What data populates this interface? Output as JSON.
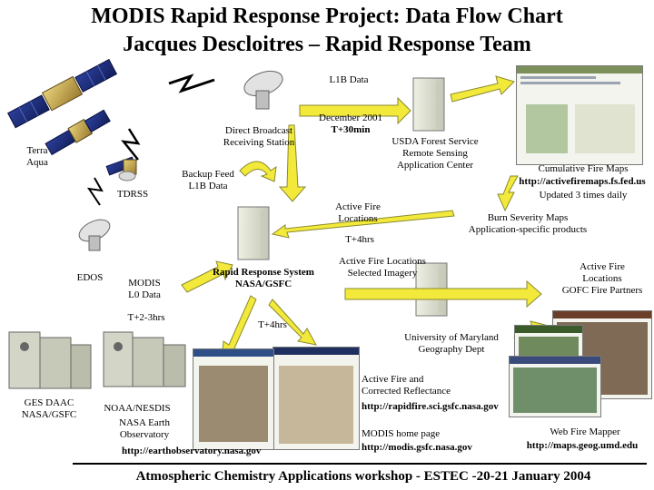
{
  "header": {
    "title": "MODIS Rapid Response Project: Data Flow Chart",
    "subtitle": "Jacques Descloitres – Rapid Response Team"
  },
  "labels": {
    "l1b_data": "L1B Data",
    "direct_broadcast": [
      "Direct Broadcast",
      "Receiving Station"
    ],
    "december": [
      "December 2001",
      "T+30min"
    ],
    "usda": [
      "USDA Forest Service",
      "Remote Sensing",
      "Application Center"
    ],
    "cumulative": "Cumulative Fire Maps",
    "fs_url": "http://activefiremaps.fs.fed.us",
    "updated": "Updated 3 times daily",
    "terra_aqua": [
      "Terra",
      "Aqua"
    ],
    "backup": [
      "Backup Feed",
      "L1B Data"
    ],
    "tdrss": "TDRSS",
    "active_fire_locations": [
      "Active Fire",
      "Locations"
    ],
    "t4hrs_a": "T+4hrs",
    "burn_severity": [
      "Burn Severity Maps",
      "Application-specific products"
    ],
    "edos": "EDOS",
    "modis_l0": [
      "MODIS",
      "L0 Data"
    ],
    "rapid_response_system": [
      "Rapid Response System",
      "NASA/GSFC"
    ],
    "afl_selected": [
      "Active Fire Locations",
      "Selected Imagery"
    ],
    "gofc": [
      "Active Fire",
      "Locations",
      "GOFC Fire Partners"
    ],
    "t2_3hrs": "T+2-3hrs",
    "t4hrs_b": "T+4hrs",
    "umd": [
      "University of Maryland",
      "Geography Dept"
    ],
    "ges_daac": [
      "GES DAAC",
      "NASA/GSFC"
    ],
    "noaa": "NOAA/NESDIS",
    "earth_obs": [
      "NASA Earth",
      "Observatory"
    ],
    "earth_obs_url": "http://earthobservatory.nasa.gov",
    "active_fire_refl": [
      "Active Fire and",
      "Corrected Reflectance"
    ],
    "rapidfire_url": "http://rapidfire.sci.gsfc.nasa.gov",
    "modis_home": "MODIS home page",
    "modis_url": "http://modis.gsfc.nasa.gov",
    "web_fire_mapper": "Web Fire Mapper",
    "maps_url": "http://maps.geog.umd.edu"
  },
  "footer": {
    "text": "Atmospheric Chemistry Applications workshop - ESTEC -20-21 January 2004"
  },
  "colors": {
    "arrow_fill": "#f2e93a",
    "arrow_stroke": "#8a8a30",
    "server": "#e6e8da",
    "server_side": "#c9ccbb"
  }
}
